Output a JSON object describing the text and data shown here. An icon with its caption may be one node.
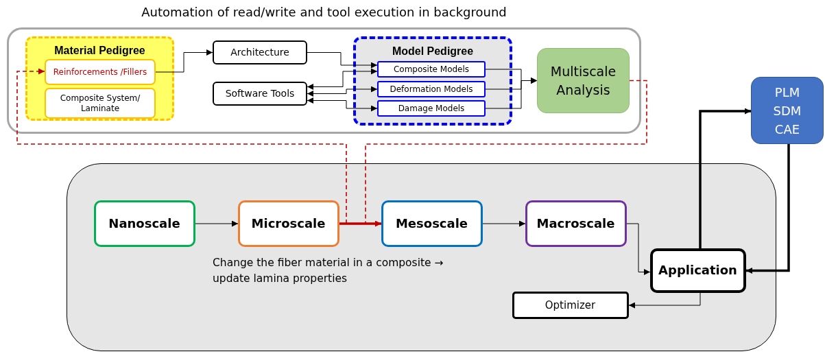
{
  "diagram": {
    "nodes": [
      {
        "text": [
          "Automation of read/write and tool execution in background"
        ]
      },
      {
        "text": [
          "Material Pedigree"
        ],
        "in": 0
      },
      {
        "text": [
          "Reinforcements /Fillers"
        ],
        "in": 1
      },
      {
        "text": [
          "Composite System/ Laminate"
        ],
        "in": 1
      },
      {
        "text": [
          "Architecture"
        ],
        "in": 0
      },
      {
        "text": [
          "Software Tools"
        ],
        "in": 0
      },
      {
        "text": [
          "Model Pedigree"
        ],
        "in": 0
      },
      {
        "text": [
          "Composite Models"
        ],
        "in": 6
      },
      {
        "text": [
          "Deformation Models"
        ],
        "in": 6
      },
      {
        "text": [
          "Damage Models"
        ],
        "in": 6
      },
      {
        "text": [
          "Multiscale Analysis"
        ],
        "in": 0
      },
      {
        "text": [
          "PLM SDM CAE"
        ]
      },
      {
        "text": [],
        "shape": "box"
      },
      {
        "text": [
          "Nanoscale"
        ],
        "in": 12
      },
      {
        "text": [
          "Microscale"
        ],
        "in": 12
      },
      {
        "text": [
          "Mesoscale"
        ],
        "in": 12
      },
      {
        "text": [
          "Macroscale"
        ],
        "in": 12
      },
      {
        "text": [
          "Application"
        ],
        "in": 12
      },
      {
        "text": [
          "Optimizer"
        ],
        "in": 12
      }
    ],
    "edges": [
      {
        "from": 2,
        "to": 4,
        "arrow": "to"
      },
      {
        "from": 4,
        "to": 7,
        "arrow": "to"
      },
      {
        "from": 5,
        "to": 7,
        "arrow": "both"
      },
      {
        "from": 5,
        "to": 8,
        "arrow": "both"
      },
      {
        "from": 5,
        "to": 9,
        "arrow": "both"
      },
      {
        "from": 7,
        "to": 10,
        "arrow": "to"
      },
      {
        "from": 8,
        "to": 10,
        "arrow": "to"
      },
      {
        "from": 9,
        "to": 10,
        "arrow": "to"
      },
      {
        "from": 10,
        "to": 15,
        "arrow": "none",
        "style": "dashed",
        "color": "#c00000"
      },
      {
        "from": 14,
        "to": 2,
        "arrow": "to",
        "style": "dashed",
        "color": "#c00000"
      },
      {
        "from": 13,
        "to": 14,
        "arrow": "to"
      },
      {
        "from": 14,
        "to": 15,
        "arrow": "to",
        "style": "thick",
        "color": "#c00000"
      },
      {
        "from": 15,
        "to": 16,
        "arrow": "to"
      },
      {
        "from": 16,
        "to": 17,
        "arrow": "to"
      },
      {
        "from": 17,
        "to": 11,
        "arrow": "to",
        "style": "thick"
      },
      {
        "from": 11,
        "to": 17,
        "arrow": "to",
        "style": "thick"
      },
      {
        "from": 17,
        "to": 18,
        "arrow": "to"
      }
    ],
    "labels": [
      "Change the fiber material in a composite → update lamina properties"
    ]
  }
}
